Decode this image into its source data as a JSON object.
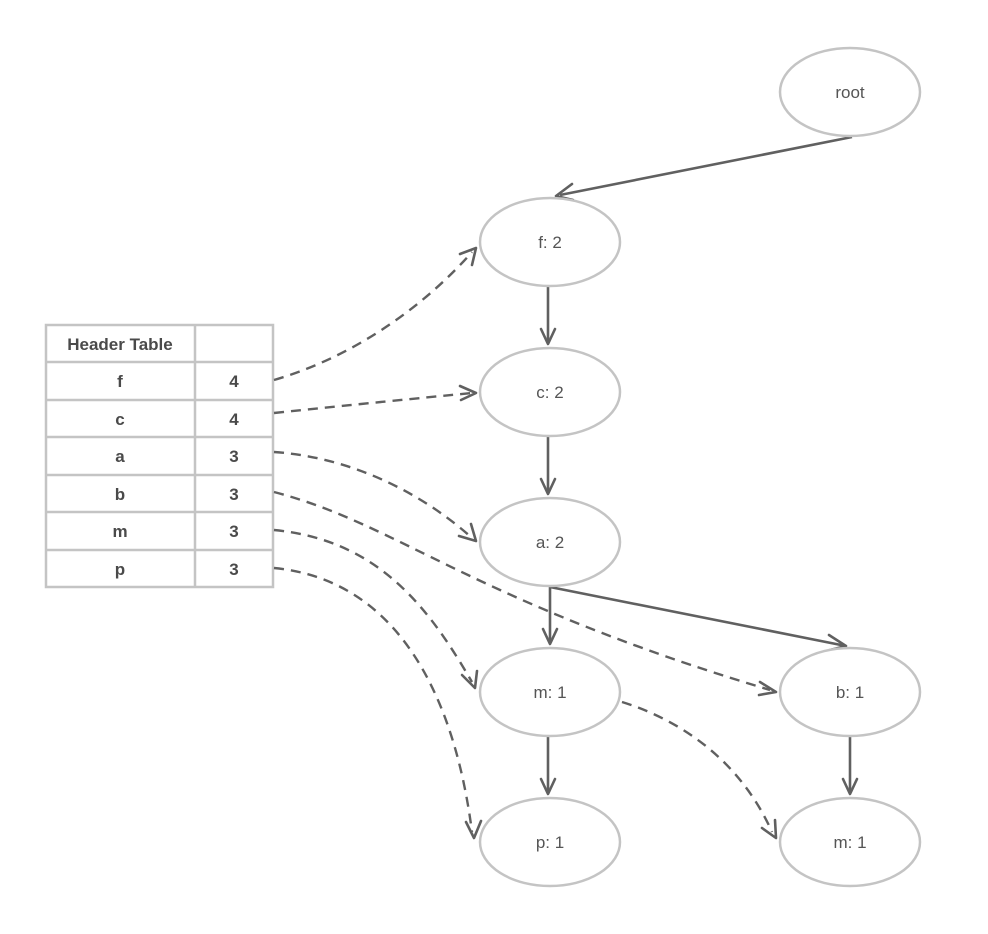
{
  "header_table": {
    "title": "Header Table",
    "title_value": "",
    "rows": [
      {
        "item": "f",
        "count": "4"
      },
      {
        "item": "c",
        "count": "4"
      },
      {
        "item": "a",
        "count": "3"
      },
      {
        "item": "b",
        "count": "3"
      },
      {
        "item": "m",
        "count": "3"
      },
      {
        "item": "p",
        "count": "3"
      }
    ]
  },
  "tree": {
    "nodes": [
      {
        "id": "root",
        "label": "root"
      },
      {
        "id": "f",
        "label": "f: 2"
      },
      {
        "id": "c",
        "label": "c: 2"
      },
      {
        "id": "a",
        "label": "a: 2"
      },
      {
        "id": "m1",
        "label": "m: 1"
      },
      {
        "id": "b",
        "label": "b: 1"
      },
      {
        "id": "p",
        "label": "p: 1"
      },
      {
        "id": "m2",
        "label": "m: 1"
      }
    ],
    "edges": [
      {
        "from": "root",
        "to": "f"
      },
      {
        "from": "f",
        "to": "c"
      },
      {
        "from": "c",
        "to": "a"
      },
      {
        "from": "a",
        "to": "m1"
      },
      {
        "from": "a",
        "to": "b"
      },
      {
        "from": "m1",
        "to": "p"
      },
      {
        "from": "b",
        "to": "m2"
      }
    ],
    "links": [
      {
        "from": "f",
        "to": "f"
      },
      {
        "from": "c",
        "to": "c"
      },
      {
        "from": "a",
        "to": "a"
      },
      {
        "from": "b",
        "to": "b"
      },
      {
        "from": "m",
        "to": "m1"
      },
      {
        "from": "m1",
        "to": "m2"
      },
      {
        "from": "p",
        "to": "p"
      }
    ]
  },
  "colors": {
    "node_border": "#c4c4c4",
    "edge": "#606060",
    "text": "#555555"
  }
}
